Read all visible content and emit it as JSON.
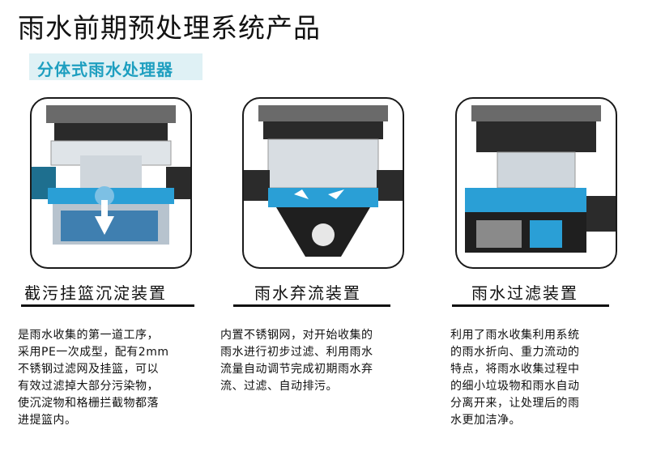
{
  "page": {
    "title": "雨水前期预处理系统产品",
    "subtitle": "分体式雨水处理器"
  },
  "colors": {
    "accent_text": "#1e9fc0",
    "accent_bg": "#dff1f5",
    "water": "#2a9fd6",
    "pipe_dark": "#2b2b2b"
  },
  "products": [
    {
      "name": "截污挂篮沉淀装置",
      "icon": "sediment-basket-device-icon",
      "description": [
        "是雨水收集的第一道工序，",
        "采用PE一次成型，配有2mm",
        "不锈钢过滤网及挂篮，可以",
        "有效过滤掉大部分污染物，",
        "使沉淀物和格栅拦截物都落",
        "进提篮内。"
      ]
    },
    {
      "name": "雨水弃流装置",
      "icon": "diversion-device-icon",
      "description": [
        "内置不锈钢网，对开始收集的",
        "雨水进行初步过滤、利用雨水",
        "流量自动调节完成初期雨水弃",
        "流、过滤、自动排污。"
      ]
    },
    {
      "name": "雨水过滤装置",
      "icon": "filter-device-icon",
      "description": [
        "利用了雨水收集利用系统",
        "的雨水折向、重力流动的",
        "特点，将雨水收集过程中",
        "的细小垃圾物和雨水自动",
        "分离开来，让处理后的雨",
        "水更加洁净。"
      ]
    }
  ]
}
